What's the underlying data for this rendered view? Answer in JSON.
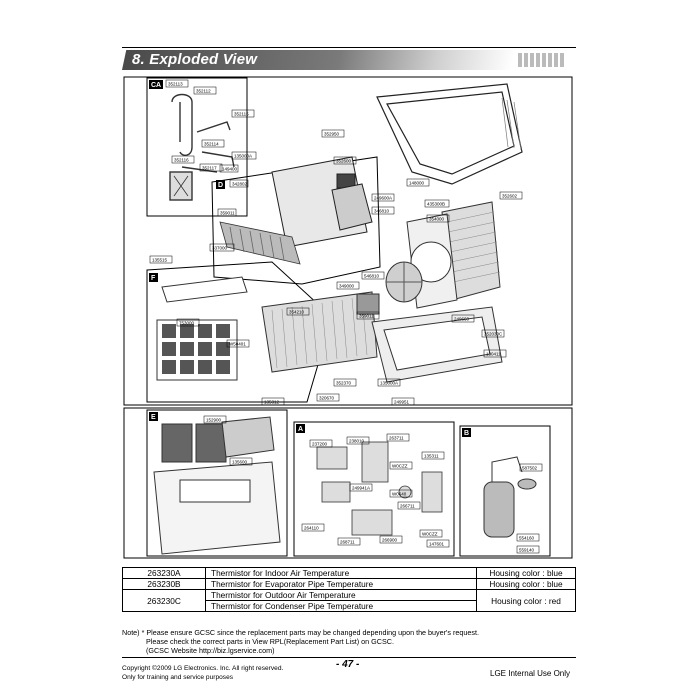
{
  "section": {
    "title": "8. Exploded View"
  },
  "diagram": {
    "section_labels": [
      "CA",
      "D",
      "F",
      "E",
      "A",
      "B"
    ],
    "callouts": {
      "CA": [
        "352113",
        "352112",
        "352115",
        "352114",
        "352116",
        "352117"
      ],
      "D": [
        "135000A",
        "149400",
        "130500",
        "342802",
        "359011"
      ],
      "top": [
        "352950",
        "352600",
        "148000",
        "249600A",
        "346810",
        "435300B",
        "354000",
        "352602",
        "337000",
        "135515"
      ],
      "F": [
        "753000",
        "W50401",
        "354210",
        "349000",
        "359011",
        "546810",
        "349000"
      ],
      "mid": [
        "352370",
        "382030",
        "249660",
        "352030",
        "352030C",
        "135000A",
        "130411",
        "135312",
        "320670",
        "249951"
      ],
      "E": [
        "152900",
        "135600"
      ],
      "A": [
        "237200",
        "238010",
        "263711",
        "W0CZZ",
        "135311",
        "249941A",
        "266711",
        "W0640",
        "264110",
        "266941",
        "W0CZZ",
        "268711",
        "266900",
        "147601"
      ],
      "B": [
        "587502",
        "554160",
        "559140"
      ]
    }
  },
  "parts_table": [
    {
      "code": "263230A",
      "description": "Thermistor for Indoor Air Temperature",
      "color": "Housing color : blue"
    },
    {
      "code": "263230B",
      "description": "Thermistor for Evaporator Pipe Temperature",
      "color": "Housing color : blue"
    },
    {
      "code": "263230C",
      "description": "Thermistor for Outdoor Air Temperature",
      "color": "Housing color : red"
    },
    {
      "code": "",
      "description": "Thermistor for Condenser Pipe Temperature",
      "color": ""
    }
  ],
  "note": {
    "line1": "Note) * Please ensure GCSC since the replacement parts may be changed depending upon the buyer's request.",
    "line2": "Please check  the correct parts in View RPL(Replacement Part List) on GCSC.",
    "line3": "(GCSC Website  http://biz.lgservice.com)"
  },
  "footer": {
    "copyright": "Copyright ©2009 LG Electronics. Inc. All right reserved.",
    "training": "Only for training and service purposes",
    "page_number": "- 47 -",
    "internal": "LGE Internal Use Only"
  }
}
